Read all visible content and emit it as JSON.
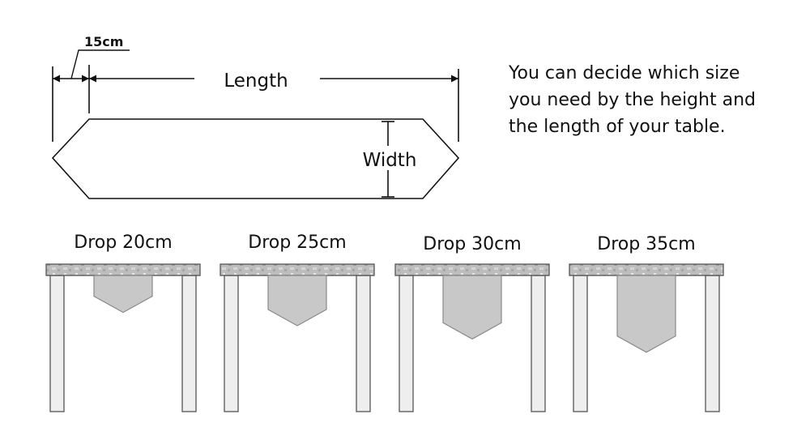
{
  "runner": {
    "length_label": "Length",
    "width_label": "Width",
    "tip_label": "15cm"
  },
  "info": {
    "lines": [
      "You can decide which size",
      "you need by the height and",
      "the length of your table."
    ]
  },
  "tables": [
    {
      "label": "Drop 20cm",
      "drop_cm": 20
    },
    {
      "label": "Drop 25cm",
      "drop_cm": 25
    },
    {
      "label": "Drop 30cm",
      "drop_cm": 30
    },
    {
      "label": "Drop 35cm",
      "drop_cm": 35
    }
  ],
  "colors": {
    "line": "#111111",
    "runner_fill": "#c8c8c8",
    "runner_stroke": "#8a8a8a",
    "leg_fill": "#eeeeee",
    "leg_stroke": "#555555",
    "top_fill": "#b3b3b3"
  }
}
